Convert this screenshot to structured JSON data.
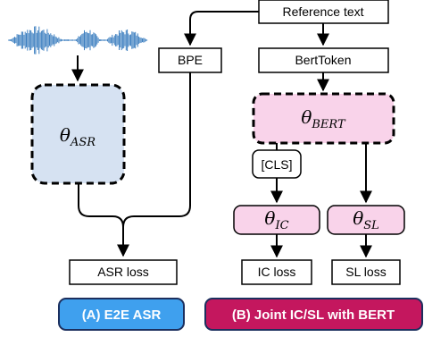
{
  "audio": {
    "icon": "waveform-icon"
  },
  "boxes": {
    "reference_text": "Reference text",
    "bpe": "BPE",
    "berttoken": "BertToken",
    "cls": "[CLS]",
    "asr_loss": "ASR loss",
    "ic_loss": "IC loss",
    "sl_loss": "SL loss"
  },
  "params": {
    "asr": {
      "symbol": "θ",
      "sub": "ASR"
    },
    "bert": {
      "symbol": "θ",
      "sub": "BERT"
    },
    "ic": {
      "symbol": "θ",
      "sub": "IC"
    },
    "sl": {
      "symbol": "θ",
      "sub": "SL"
    }
  },
  "badges": {
    "a": "(A) E2E ASR",
    "b": "(B) Joint IC/SL with BERT"
  },
  "colors": {
    "asr_fill": "#d6e2f2",
    "bert_fill": "#f9d3ea",
    "wave": "#3d7fc0",
    "badge_a": "#3fa0ee",
    "badge_b": "#c4175e"
  }
}
